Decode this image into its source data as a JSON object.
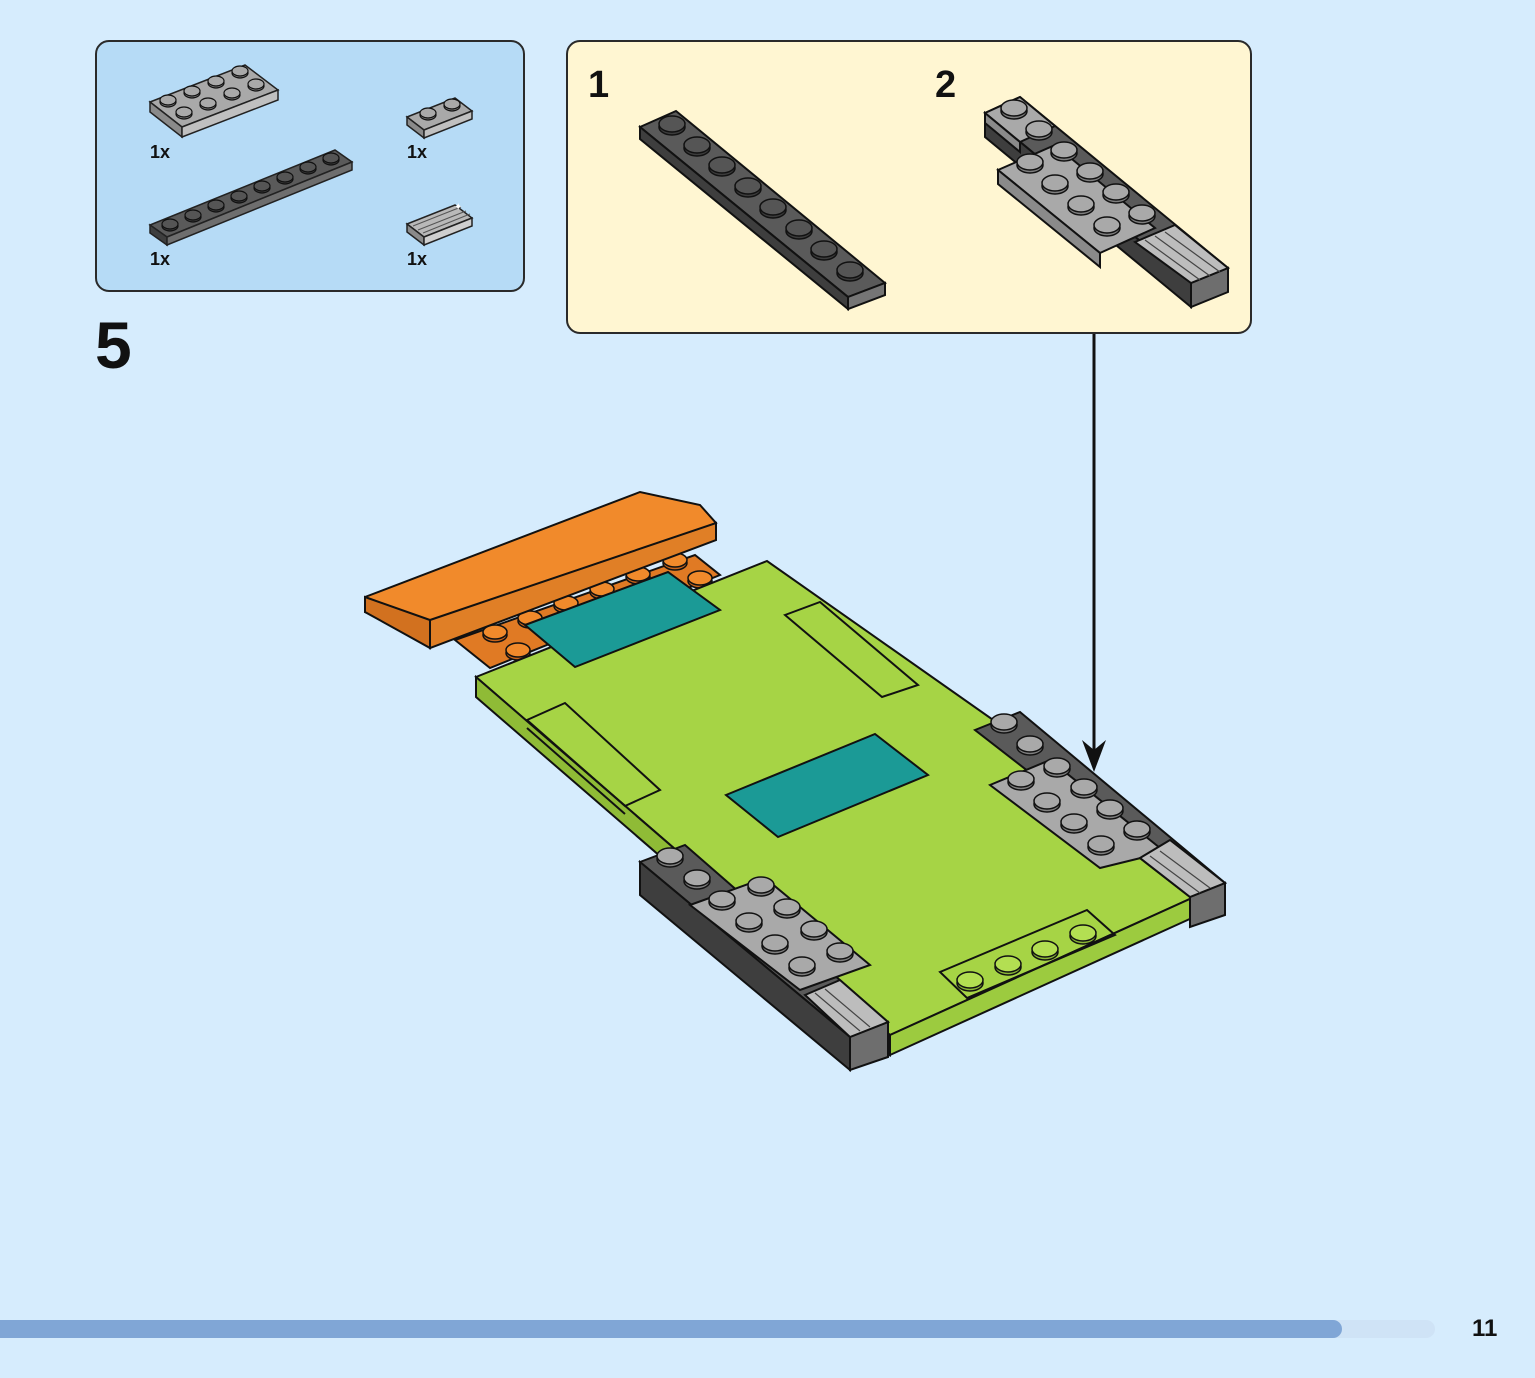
{
  "step": {
    "number": "5"
  },
  "parts_list": {
    "items": [
      {
        "name": "light-gray-plate-2x4",
        "qty": "1x"
      },
      {
        "name": "light-gray-plate-1x2",
        "qty": "1x"
      },
      {
        "name": "dark-gray-plate-1x8",
        "qty": "1x"
      },
      {
        "name": "metallic-tile-1x2-grille",
        "qty": "1x"
      }
    ]
  },
  "sub_assembly": {
    "substeps": [
      {
        "number": "1"
      },
      {
        "number": "2"
      }
    ]
  },
  "progress": {
    "fraction": 0.935
  },
  "page": {
    "number": "11"
  },
  "colors": {
    "background": "#d6ecfd",
    "parts_panel": "#b6dbf6",
    "sub_panel": "#fff6d2",
    "lime": "#a6d445",
    "teal": "#1b9a96",
    "orange": "#f18a2b",
    "dark_gray": "#5a5a5a",
    "light_gray": "#a3a3a3",
    "progress": "#80a6d6"
  }
}
